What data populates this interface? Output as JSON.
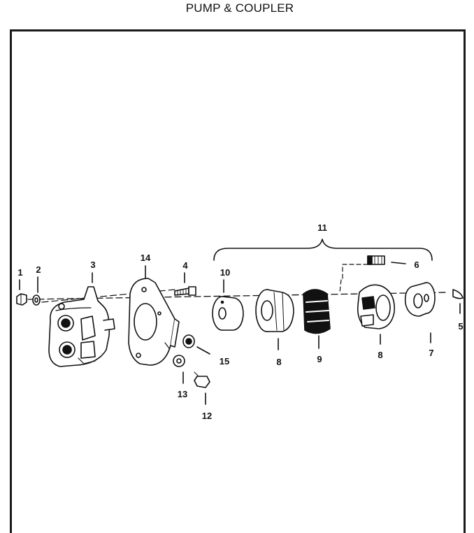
{
  "title": "PUMP & COUPLER",
  "callouts": [
    {
      "id": "c1",
      "label": "1"
    },
    {
      "id": "c2",
      "label": "2"
    },
    {
      "id": "c3",
      "label": "3"
    },
    {
      "id": "c4",
      "label": "4"
    },
    {
      "id": "c5",
      "label": "5"
    },
    {
      "id": "c6",
      "label": "6"
    },
    {
      "id": "c7",
      "label": "7"
    },
    {
      "id": "c8a",
      "label": "8"
    },
    {
      "id": "c8b",
      "label": "8"
    },
    {
      "id": "c9",
      "label": "9"
    },
    {
      "id": "c10",
      "label": "10"
    },
    {
      "id": "c11",
      "label": "11"
    },
    {
      "id": "c12",
      "label": "12"
    },
    {
      "id": "c13",
      "label": "13"
    },
    {
      "id": "c14",
      "label": "14"
    },
    {
      "id": "c15",
      "label": "15"
    }
  ],
  "colors": {
    "ink": "#111111",
    "frame": "#1a1a1a",
    "background": "#ffffff"
  }
}
